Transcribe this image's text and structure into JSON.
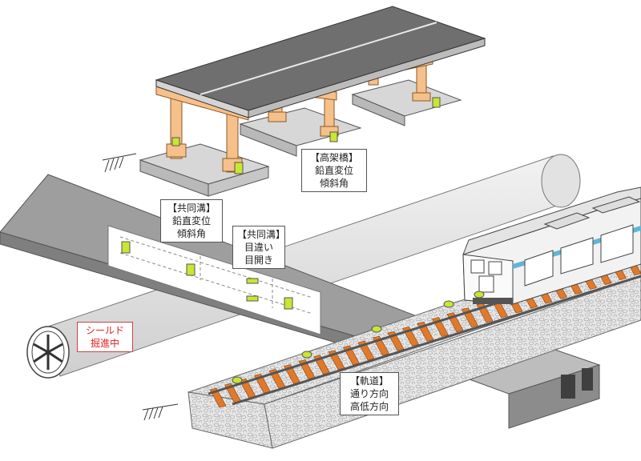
{
  "callouts": {
    "viaduct": {
      "title": "【高架橋】",
      "lines": [
        "鉛直変位",
        "傾斜角"
      ]
    },
    "duct_left": {
      "title": "【共同溝】",
      "lines": [
        "鉛直変位",
        "傾斜角"
      ]
    },
    "duct_right": {
      "title": "【共同溝】",
      "lines": [
        "目違い",
        "目開き"
      ]
    },
    "shield": {
      "lines": [
        "シールド",
        "掘進中"
      ]
    },
    "track": {
      "title": "【軌道】",
      "lines": [
        "通り方向",
        "高低方向"
      ]
    }
  },
  "colors": {
    "sensor": "#c8e632",
    "pier": "#f5c08a",
    "deck": "#6f6f6f",
    "rail_tie": "#e07a2a",
    "ballast": "#d9d9d9",
    "train_stripe": "#5fb6d6",
    "shield_text": "#e02020"
  },
  "icons": [
    "sensor-icon",
    "ground-hatch-icon",
    "shield-cutter-icon"
  ]
}
